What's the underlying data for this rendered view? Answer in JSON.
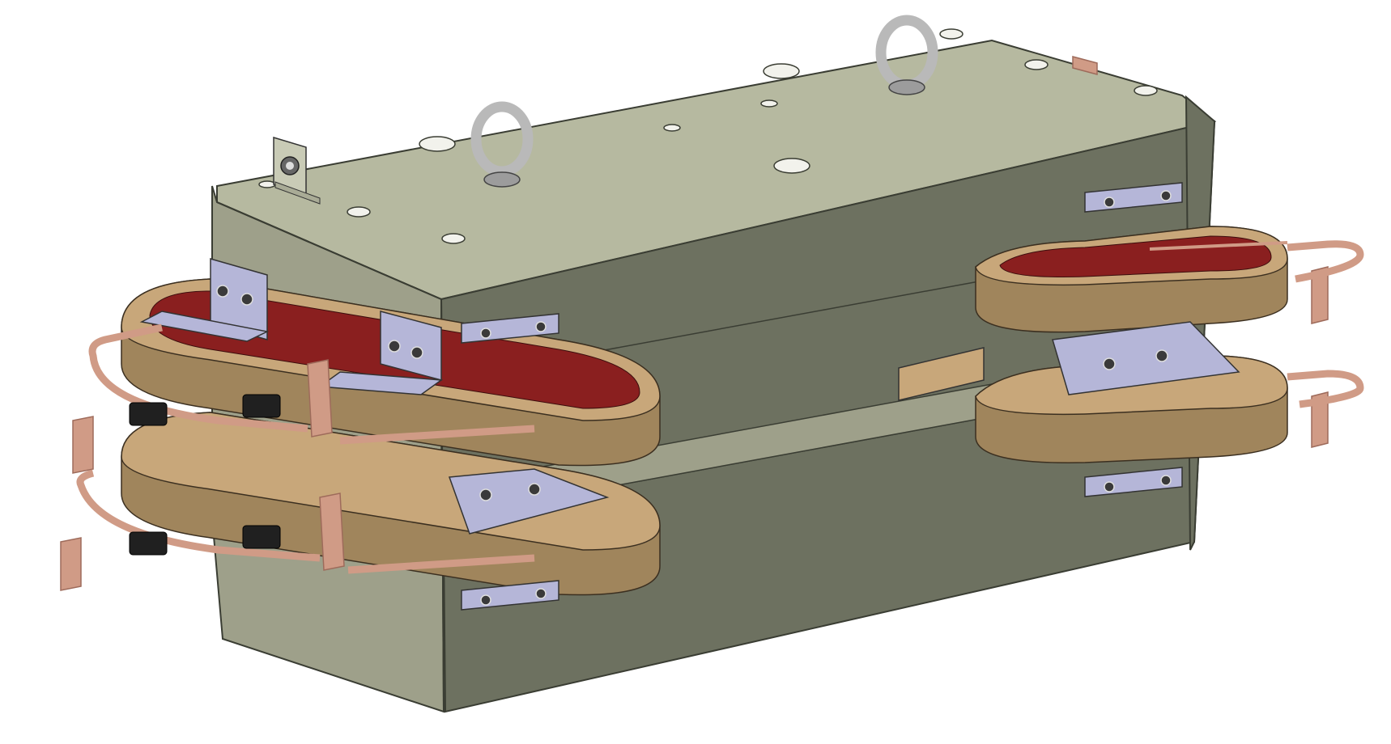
{
  "figure": {
    "text_labels": [],
    "colors": {
      "background": "#ffffff",
      "yoke_top": "#b6b9a0",
      "yoke_front": "#6d7160",
      "yoke_side": "#9ea08a",
      "yoke_edge": "#3a3d33",
      "coil_top": "#c8a77a",
      "coil_side": "#a0855c",
      "coil_dark": "#6e5638",
      "conductor": "#8a1f1f",
      "clamp": "#b5b6d8",
      "clamp_dark": "#8f91b8",
      "copper": "#d09b86",
      "copper_dark": "#9e6b5b",
      "lifting_eye": "#b9b9b9",
      "cable": "#202020"
    },
    "parts": [
      "yoke",
      "pole-gap",
      "upper-left-coil",
      "lower-left-coil",
      "upper-right-coil",
      "lower-right-coil",
      "lifting-eye",
      "coil-clamp",
      "copper-terminal",
      "cable-gland",
      "connector-flange"
    ]
  }
}
